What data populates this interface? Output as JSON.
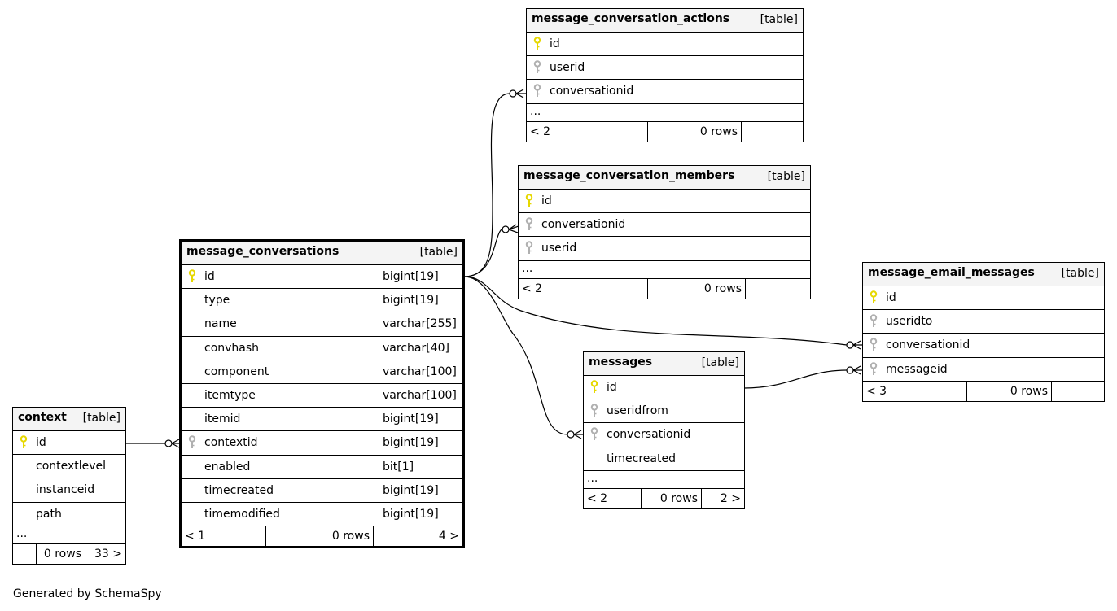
{
  "footer_text": "Generated by SchemaSpy",
  "colors": {
    "primary_key": "#e6d800",
    "foreign_key": "#b0b0b0",
    "header_bg": "#f4f4f4"
  },
  "tables": {
    "context": {
      "name": "context",
      "type": "[table]",
      "columns": [
        {
          "name": "id",
          "key": "primary"
        },
        {
          "name": "contextlevel",
          "key": "none"
        },
        {
          "name": "instanceid",
          "key": "none"
        },
        {
          "name": "path",
          "key": "none"
        }
      ],
      "ellipsis": "...",
      "footer": {
        "left": "",
        "rows": "0 rows",
        "right": "33 >"
      }
    },
    "message_conversations": {
      "name": "message_conversations",
      "type": "[table]",
      "columns": [
        {
          "name": "id",
          "type": "bigint[19]",
          "key": "primary"
        },
        {
          "name": "type",
          "type": "bigint[19]",
          "key": "none"
        },
        {
          "name": "name",
          "type": "varchar[255]",
          "key": "none"
        },
        {
          "name": "convhash",
          "type": "varchar[40]",
          "key": "none"
        },
        {
          "name": "component",
          "type": "varchar[100]",
          "key": "none"
        },
        {
          "name": "itemtype",
          "type": "varchar[100]",
          "key": "none"
        },
        {
          "name": "itemid",
          "type": "bigint[19]",
          "key": "none"
        },
        {
          "name": "contextid",
          "type": "bigint[19]",
          "key": "foreign"
        },
        {
          "name": "enabled",
          "type": "bit[1]",
          "key": "none"
        },
        {
          "name": "timecreated",
          "type": "bigint[19]",
          "key": "none"
        },
        {
          "name": "timemodified",
          "type": "bigint[19]",
          "key": "none"
        }
      ],
      "footer": {
        "left": "< 1",
        "rows": "0 rows",
        "right": "4 >"
      }
    },
    "message_conversation_actions": {
      "name": "message_conversation_actions",
      "type": "[table]",
      "columns": [
        {
          "name": "id",
          "key": "primary"
        },
        {
          "name": "userid",
          "key": "foreign"
        },
        {
          "name": "conversationid",
          "key": "foreign"
        }
      ],
      "ellipsis": "...",
      "footer": {
        "left": "< 2",
        "rows": "0 rows",
        "right": ""
      }
    },
    "message_conversation_members": {
      "name": "message_conversation_members",
      "type": "[table]",
      "columns": [
        {
          "name": "id",
          "key": "primary"
        },
        {
          "name": "conversationid",
          "key": "foreign"
        },
        {
          "name": "userid",
          "key": "foreign"
        }
      ],
      "ellipsis": "...",
      "footer": {
        "left": "< 2",
        "rows": "0 rows",
        "right": ""
      }
    },
    "message_email_messages": {
      "name": "message_email_messages",
      "type": "[table]",
      "columns": [
        {
          "name": "id",
          "key": "primary"
        },
        {
          "name": "useridto",
          "key": "foreign"
        },
        {
          "name": "conversationid",
          "key": "foreign"
        },
        {
          "name": "messageid",
          "key": "foreign"
        }
      ],
      "footer": {
        "left": "< 3",
        "rows": "0 rows",
        "right": ""
      }
    },
    "messages": {
      "name": "messages",
      "type": "[table]",
      "columns": [
        {
          "name": "id",
          "key": "primary"
        },
        {
          "name": "useridfrom",
          "key": "foreign"
        },
        {
          "name": "conversationid",
          "key": "foreign"
        },
        {
          "name": "timecreated",
          "key": "none"
        }
      ],
      "ellipsis": "...",
      "footer": {
        "left": "< 2",
        "rows": "0 rows",
        "right": "2 >"
      }
    }
  }
}
